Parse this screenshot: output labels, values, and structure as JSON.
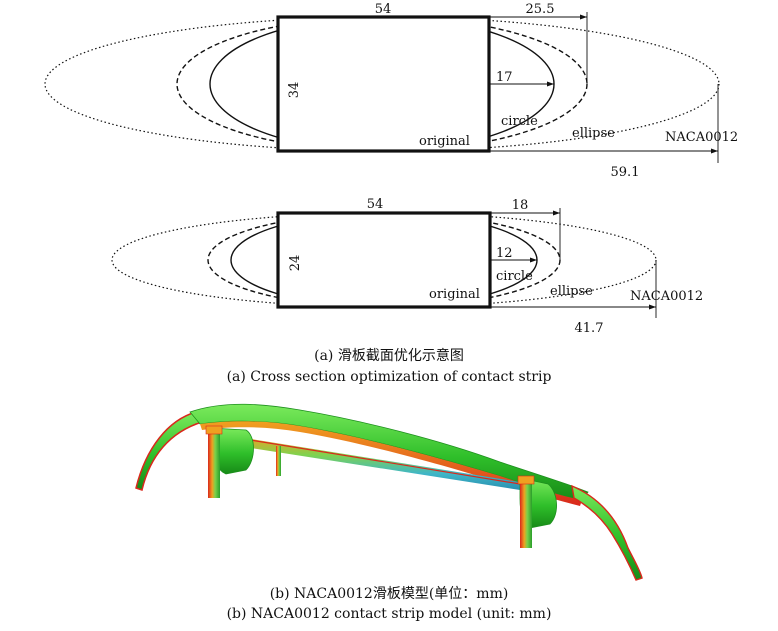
{
  "panel_a": {
    "width_label": "54",
    "height_label": "34",
    "ellipse_ext_label": "25.5",
    "circle_radius_label": "17",
    "naca_length_label": "59.1",
    "label_original": "original",
    "label_circle": "circle",
    "label_ellipse": "ellipse",
    "label_naca": "NACA0012"
  },
  "panel_b": {
    "width_label": "54",
    "height_label": "24",
    "ellipse_ext_label": "18",
    "circle_radius_label": "12",
    "naca_length_label": "41.7",
    "label_original": "original",
    "label_circle": "circle",
    "label_ellipse": "ellipse",
    "label_naca": "NACA0012"
  },
  "captions": {
    "a_cn": "(a) 滑板截面优化示意图",
    "a_en": "(a) Cross section optimization of contact strip",
    "b_cn": "(b) NACA0012滑板模型(单位：mm)",
    "b_en": "(b) NACA0012 contact strip model (unit: mm)"
  },
  "colors": {
    "model_green": "#2fbf2a",
    "model_dark_green": "#1e8f1e",
    "model_red": "#d9281c",
    "model_orange": "#f0a020",
    "model_cyan": "#3fb6c8",
    "line": "#111111"
  }
}
